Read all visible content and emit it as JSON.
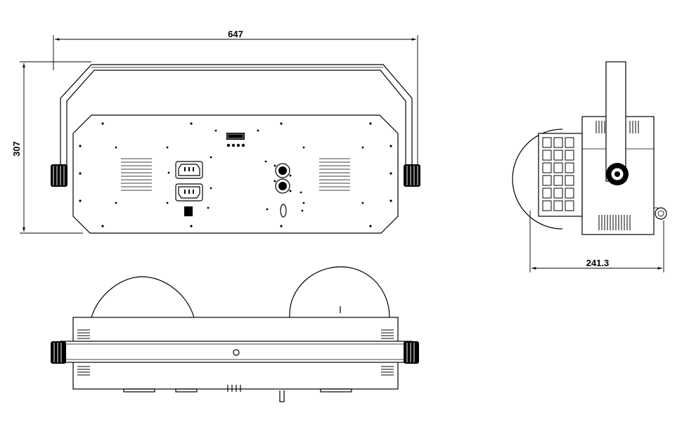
{
  "dimensions": {
    "width_label": "647",
    "height_label": "307",
    "depth_label": "241.3"
  },
  "colors": {
    "line": "#000000",
    "background": "#ffffff"
  }
}
